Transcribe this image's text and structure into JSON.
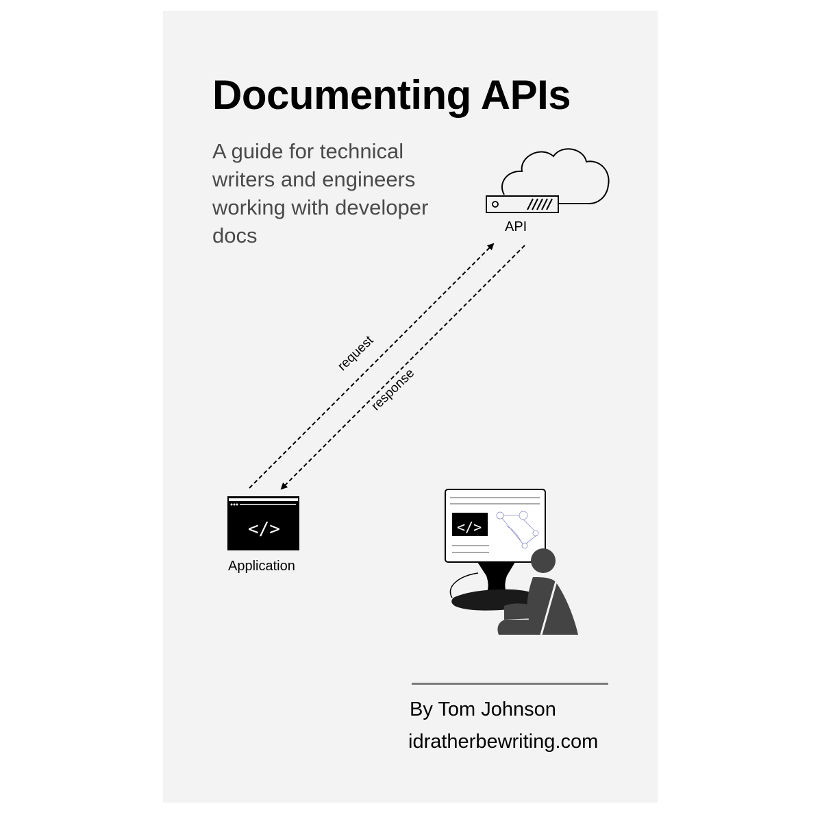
{
  "cover": {
    "title": "Documenting APIs",
    "subtitle_lines": [
      "A guide for technical",
      "writers and engineers",
      "working with developer",
      "docs"
    ],
    "author": "By Tom Johnson",
    "website": "idratherbewriting.com"
  },
  "diagram": {
    "api_label": "API",
    "application_label": "Application",
    "request_label": "request",
    "response_label": "response",
    "code_symbol": "</>",
    "icons": [
      "cloud-icon",
      "server-icon",
      "application-window-icon",
      "developer-at-monitor-icon"
    ]
  },
  "colors": {
    "cover_background": "#f3f3f3",
    "title": "#000000",
    "subtitle": "#4a4a4a",
    "rule": "#7a7a7a"
  }
}
